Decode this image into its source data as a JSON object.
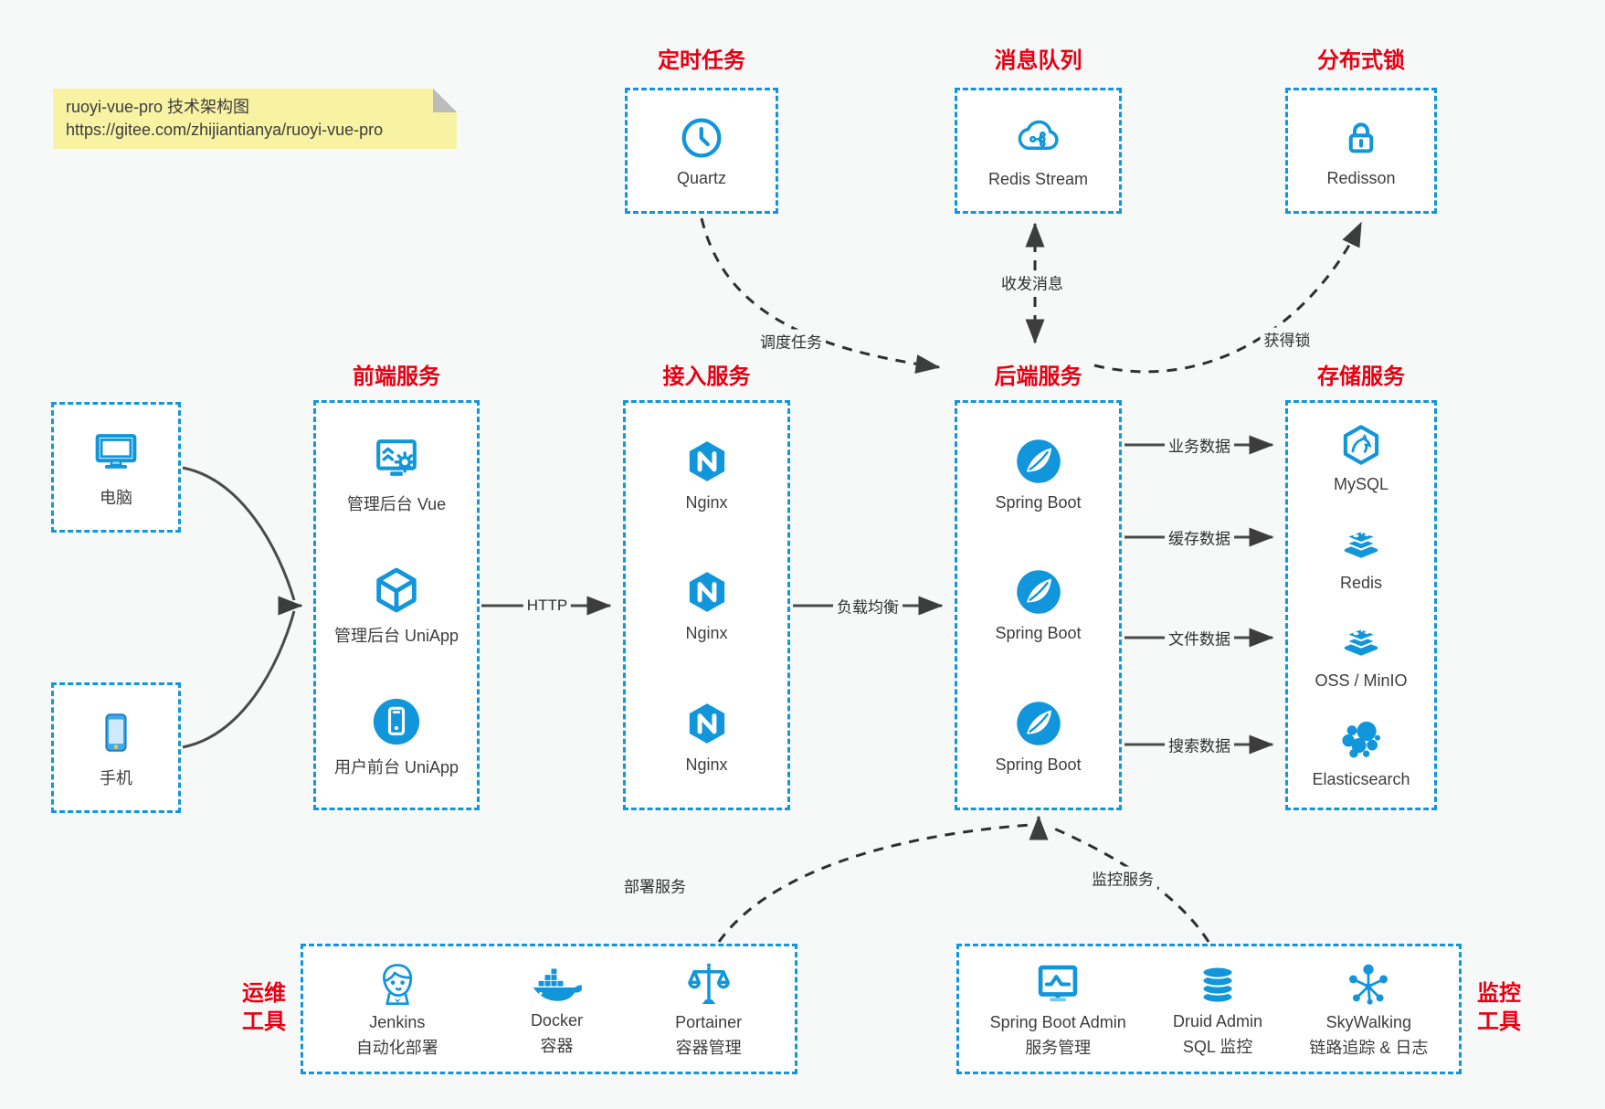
{
  "note": {
    "line1": "ruoyi-vue-pro 技术架构图",
    "line2": "https://gitee.com/zhijiantianya/ruoyi-vue-pro"
  },
  "colors": {
    "accent_blue": "#1296db",
    "title_red": "#e60012",
    "solid_arrow": "#4a4a4a",
    "dashed_arrow": "#333333",
    "note_yellow": "#f8f3a2"
  },
  "top_groups": [
    {
      "title": "定时任务",
      "item": {
        "label": "Quartz",
        "icon": "clock-icon"
      }
    },
    {
      "title": "消息队列",
      "item": {
        "label": "Redis Stream",
        "icon": "cloud-stream-icon"
      }
    },
    {
      "title": "分布式锁",
      "item": {
        "label": "Redisson",
        "icon": "lock-icon"
      }
    }
  ],
  "clients": [
    {
      "label": "电脑",
      "icon": "desktop-icon"
    },
    {
      "label": "手机",
      "icon": "smartphone-icon"
    }
  ],
  "columns": [
    {
      "title": "前端服务",
      "items": [
        {
          "label": "管理后台 Vue",
          "icon": "admin-vue-icon"
        },
        {
          "label": "管理后台 UniApp",
          "icon": "uniapp-cube-icon"
        },
        {
          "label": "用户前台 UniApp",
          "icon": "mobile-app-icon"
        }
      ]
    },
    {
      "title": "接入服务",
      "items": [
        {
          "label": "Nginx",
          "icon": "nginx-icon"
        },
        {
          "label": "Nginx",
          "icon": "nginx-icon"
        },
        {
          "label": "Nginx",
          "icon": "nginx-icon"
        }
      ]
    },
    {
      "title": "后端服务",
      "items": [
        {
          "label": "Spring Boot",
          "icon": "spring-icon"
        },
        {
          "label": "Spring Boot",
          "icon": "spring-icon"
        },
        {
          "label": "Spring Boot",
          "icon": "spring-icon"
        }
      ]
    },
    {
      "title": "存储服务",
      "items": [
        {
          "label": "MySQL",
          "icon": "mysql-icon"
        },
        {
          "label": "Redis",
          "icon": "redis-icon"
        },
        {
          "label": "OSS / MinIO",
          "icon": "oss-icon"
        },
        {
          "label": "Elasticsearch",
          "icon": "elasticsearch-icon"
        }
      ]
    }
  ],
  "bottom_groups": [
    {
      "title_line1": "运维",
      "title_line2": "工具",
      "items": [
        {
          "label": "Jenkins",
          "sublabel": "自动化部署",
          "icon": "jenkins-icon"
        },
        {
          "label": "Docker",
          "sublabel": "容器",
          "icon": "docker-icon"
        },
        {
          "label": "Portainer",
          "sublabel": "容器管理",
          "icon": "portainer-icon"
        }
      ]
    },
    {
      "title_line1": "监控",
      "title_line2": "工具",
      "items": [
        {
          "label": "Spring Boot Admin",
          "sublabel": "服务管理",
          "icon": "spring-admin-icon"
        },
        {
          "label": "Druid Admin",
          "sublabel": "SQL 监控",
          "icon": "druid-icon"
        },
        {
          "label": "SkyWalking",
          "sublabel": "链路追踪 & 日志",
          "icon": "skywalking-icon"
        }
      ]
    }
  ],
  "edges": {
    "http": "HTTP",
    "load_balance": "负载均衡",
    "business_data": "业务数据",
    "cache_data": "缓存数据",
    "file_data": "文件数据",
    "search_data": "搜索数据",
    "schedule_task": "调度任务",
    "send_receive_message": "收发消息",
    "acquire_lock": "获得锁",
    "deploy_service": "部署服务",
    "monitor_service": "监控服务"
  }
}
